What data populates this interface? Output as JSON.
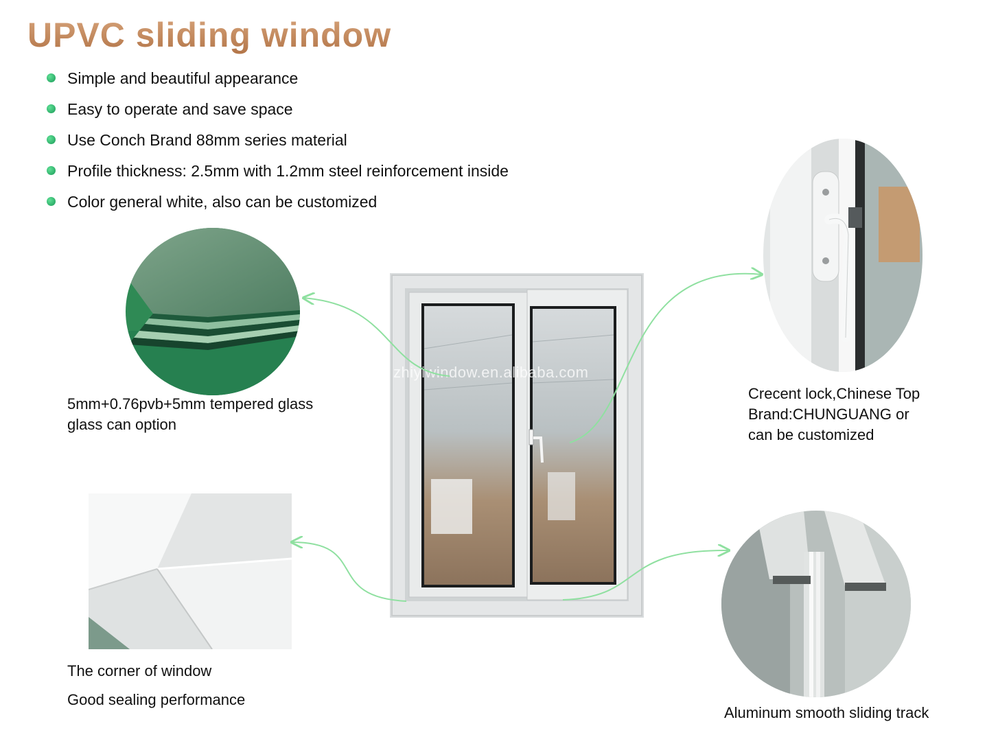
{
  "title": "UPVC sliding window",
  "features": [
    "Simple and beautiful appearance",
    "Easy to operate and save space",
    "Use Conch Brand 88mm series material",
    "Profile thickness: 2.5mm with 1.2mm steel reinforcement inside",
    "Color general white, also can be customized"
  ],
  "captions": {
    "glass": [
      "5mm+0.76pvb+5mm tempered glass",
      "glass can option"
    ],
    "lock": [
      "Crecent lock,Chinese Top",
      "Brand:CHUNGUANG or",
      "can be customized"
    ],
    "corner": [
      "The corner of window",
      "Good sealing performance"
    ],
    "track": [
      "Aluminum smooth sliding track"
    ]
  },
  "watermark": "zhiyiwindow.en.alibaba.com",
  "colors": {
    "title_gradient_top": "#d7a47b",
    "title_gradient_bottom": "#b27447",
    "bullet": "#1fa85f",
    "arrow": "#8fe0a0",
    "frame": "#d9dcdd"
  },
  "icons": {
    "bullet": "green-dot-icon",
    "connector": "curved-arrow-icon"
  }
}
